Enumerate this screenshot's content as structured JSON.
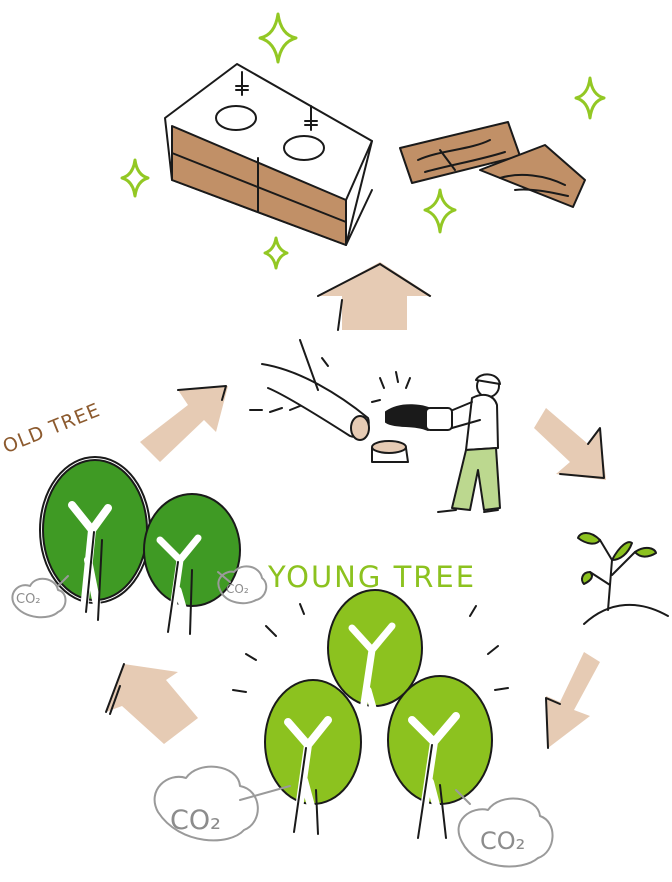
{
  "colors": {
    "outline": "#1a1a1a",
    "wood": "#c19067",
    "arrow": "#e6cbb4",
    "dark_green": "#3f9a24",
    "light_green": "#8cc21f",
    "sparkle": "#93c824",
    "pants": "#bcd88f",
    "co2_gray": "#9a9a9a",
    "old_tree_label": "#8c5a2e",
    "young_tree_label": "#8cc21f"
  },
  "labels": {
    "old_tree": "OLD TREE",
    "young_tree": "YOUNG TREE",
    "co2": "CO₂"
  },
  "icons": [
    "sparkle-icon",
    "up-arrow-icon",
    "cycle-arrow-icon",
    "chainsaw-icon",
    "seedling-icon",
    "co2-cloud-icon"
  ]
}
